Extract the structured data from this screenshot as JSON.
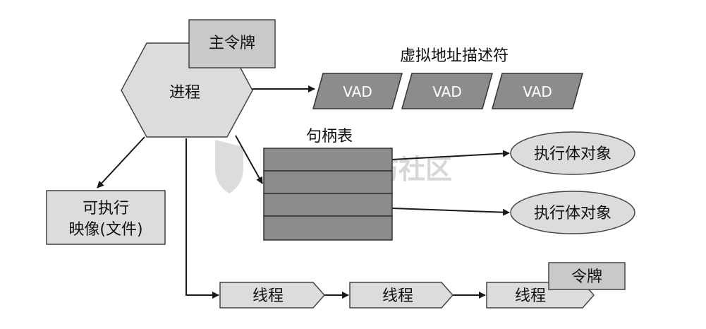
{
  "colors": {
    "light_fill": "#e2e2e2",
    "dark_fill": "#8c8c8c",
    "stroke": "#3a3a3a",
    "watermark": "#d7d7d7"
  },
  "process": {
    "label": "进程"
  },
  "primary_token": {
    "label": "主令牌"
  },
  "vad": {
    "title": "虚拟地址描述符",
    "items": [
      {
        "label": "VAD"
      },
      {
        "label": "VAD"
      },
      {
        "label": "VAD"
      }
    ]
  },
  "handle_table": {
    "title": "句柄表",
    "rows": 4
  },
  "executive_objects": [
    {
      "label": "执行体对象"
    },
    {
      "label": "执行体对象"
    }
  ],
  "executable_image": {
    "line1": "可执行",
    "line2": "映像(文件)"
  },
  "threads": [
    {
      "label": "线程"
    },
    {
      "label": "线程"
    },
    {
      "label": "线程"
    }
  ],
  "thread_token": {
    "label": "令牌"
  },
  "watermark": {
    "text": "嘶吼安全防社区",
    "icon": "shield-logo-icon"
  }
}
